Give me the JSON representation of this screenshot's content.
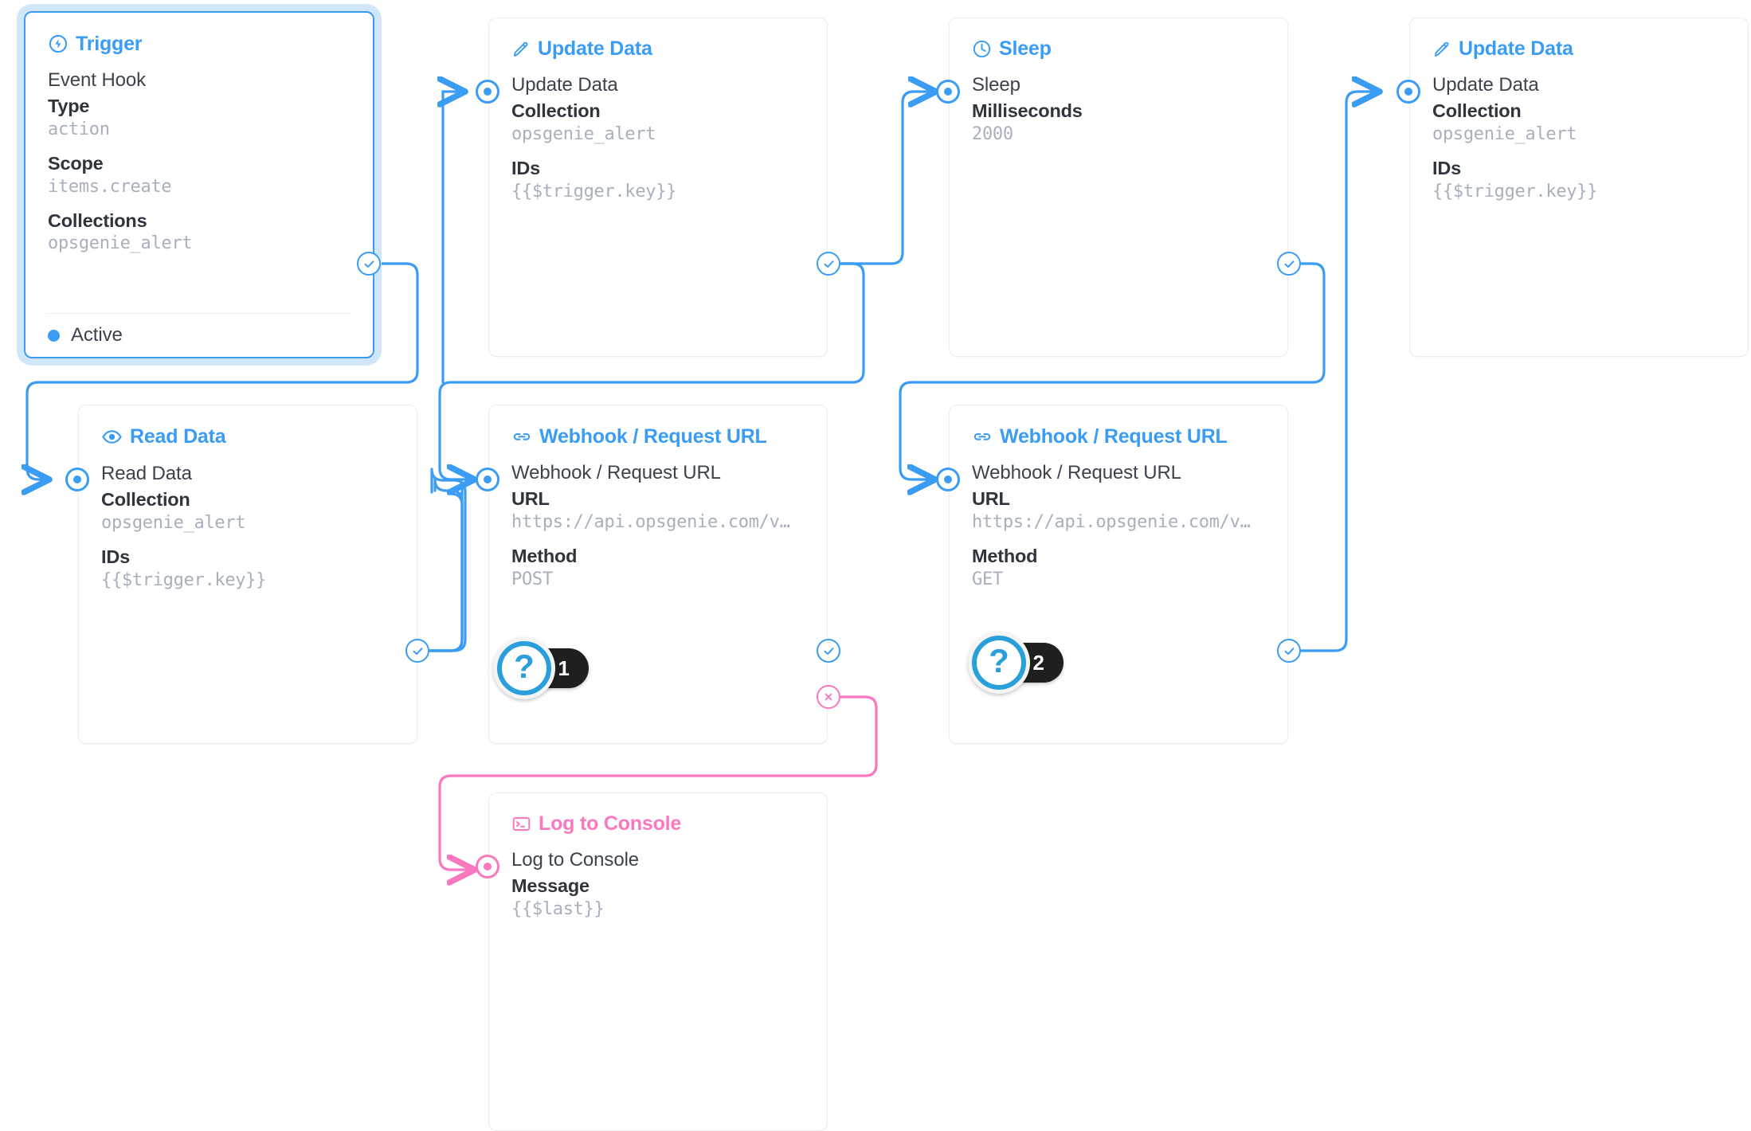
{
  "theme": {
    "accent_blue": "#3b9cf4",
    "accent_pink": "#f978c0",
    "badge_dark": "#1f1f1f",
    "badge_blue": "#2b9fdb",
    "label_dark": "#2f353d",
    "value_grey": "#a8b0bd",
    "card_border": "#ededf0",
    "selected_glow": "#cfe6fb"
  },
  "nodes": [
    {
      "id": "trigger",
      "icon": "bolt-circle-icon",
      "title": "Trigger",
      "selected": true,
      "row_title": "Event Hook",
      "fields": [
        {
          "label": "Type",
          "value": "action"
        },
        {
          "label": "Scope",
          "value": "items.create"
        },
        {
          "label": "Collections",
          "value": "opsgenie_alert"
        }
      ],
      "status": "Active"
    },
    {
      "id": "update-data-1",
      "icon": "pencil-icon",
      "title": "Update Data",
      "row_title": "Update Data",
      "fields": [
        {
          "label": "Collection",
          "value": "opsgenie_alert"
        },
        {
          "label": "IDs",
          "value": "{{$trigger.key}}"
        }
      ]
    },
    {
      "id": "sleep",
      "icon": "clock-icon",
      "title": "Sleep",
      "row_title": "Sleep",
      "fields": [
        {
          "label": "Milliseconds",
          "value": "2000"
        }
      ]
    },
    {
      "id": "update-data-2",
      "icon": "pencil-icon",
      "title": "Update Data",
      "row_title": "Update Data",
      "fields": [
        {
          "label": "Collection",
          "value": "opsgenie_alert"
        },
        {
          "label": "IDs",
          "value": "{{$trigger.key}}"
        }
      ]
    },
    {
      "id": "read-data",
      "icon": "eye-icon",
      "title": "Read Data",
      "row_title": "Read Data",
      "fields": [
        {
          "label": "Collection",
          "value": "opsgenie_alert"
        },
        {
          "label": "IDs",
          "value": "{{$trigger.key}}"
        }
      ]
    },
    {
      "id": "webhook-post",
      "icon": "link-icon",
      "title": "Webhook / Request URL",
      "row_title": "Webhook / Request URL",
      "fields": [
        {
          "label": "URL",
          "value": "https://api.opsgenie.com/v…"
        },
        {
          "label": "Method",
          "value": "POST"
        }
      ]
    },
    {
      "id": "webhook-get",
      "icon": "link-icon",
      "title": "Webhook / Request URL",
      "row_title": "Webhook / Request URL",
      "fields": [
        {
          "label": "URL",
          "value": "https://api.opsgenie.com/v…"
        },
        {
          "label": "Method",
          "value": "GET"
        }
      ]
    },
    {
      "id": "log-to-console",
      "icon": "terminal-icon",
      "title": "Log to Console",
      "accent": "pink",
      "row_title": "Log to Console",
      "fields": [
        {
          "label": "Message",
          "value": "{{$last}}"
        }
      ]
    }
  ],
  "badges": [
    {
      "id": "badge-1",
      "glyph": "?",
      "count": "1"
    },
    {
      "id": "badge-2",
      "glyph": "?",
      "count": "2"
    }
  ]
}
